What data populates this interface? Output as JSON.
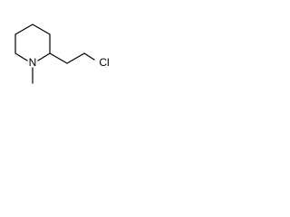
{
  "diagram": {
    "type": "chemical-structure",
    "atoms": [
      {
        "id": "n1",
        "label": "N"
      },
      {
        "id": "cl1",
        "label": "Cl"
      }
    ],
    "bond_color": "#000000",
    "background": "#ffffff"
  }
}
